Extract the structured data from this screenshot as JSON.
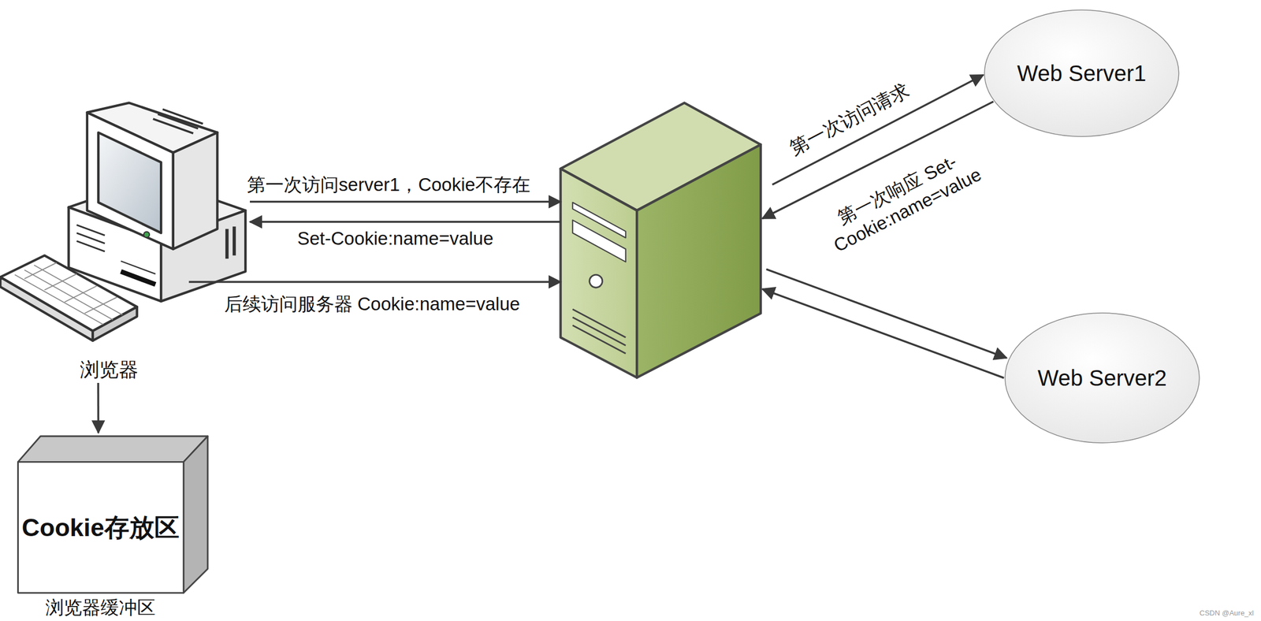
{
  "diagram": {
    "nodes": [
      {
        "text": [
          "浏览器"
        ]
      },
      {
        "text": []
      },
      {
        "text": [
          "Web Server1"
        ]
      },
      {
        "text": [
          "Web Server2"
        ]
      },
      {
        "text": [
          "Cookie存放区",
          "浏览器缓冲区"
        ]
      }
    ],
    "edges": [
      {
        "from": 0,
        "to": 1,
        "label": "第一次访问server1，Cookie不存在",
        "arrow": "to"
      },
      {
        "from": 1,
        "to": 0,
        "label": "Set-Cookie:name=value",
        "arrow": "to"
      },
      {
        "from": 0,
        "to": 1,
        "label": "后续访问服务器 Cookie:name=value",
        "arrow": "to"
      },
      {
        "from": 1,
        "to": 2,
        "label": "第一次访问请求",
        "arrow": "to"
      },
      {
        "from": 2,
        "to": 1,
        "label": "第一次响应 Set-Cookie:name=value",
        "arrow": "to"
      },
      {
        "from": 1,
        "to": 3,
        "arrow": "to"
      },
      {
        "from": 3,
        "to": 1,
        "arrow": "to"
      },
      {
        "from": 0,
        "to": 4,
        "arrow": "to"
      }
    ],
    "labels": [
      "CSDN @Aure_xl"
    ]
  }
}
